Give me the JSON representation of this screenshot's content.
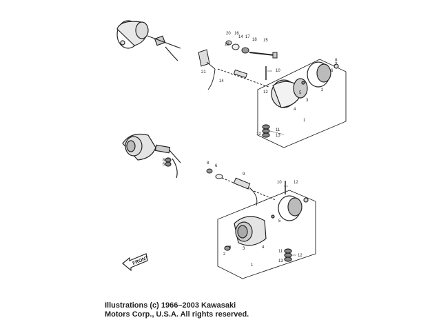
{
  "callouts": {
    "upper": [
      "20",
      "16",
      "14",
      "17",
      "18",
      "15",
      "19",
      "21",
      "10",
      "14",
      "12",
      "5",
      "8",
      "7",
      "6",
      "2",
      "3",
      "4",
      "1",
      "11",
      "12",
      "13"
    ],
    "middle_left": [
      "8",
      "6"
    ],
    "lower": [
      "8",
      "6",
      "9",
      "10",
      "12",
      "5",
      "2",
      "6",
      "3",
      "4",
      "1",
      "11",
      "12",
      "13"
    ]
  },
  "front_label": "FRONT",
  "copyright": {
    "line1": "Illustrations (c) 1966–2003 Kawasaki",
    "line2": "Motors Corp., U.S.A.  All rights reserved."
  }
}
